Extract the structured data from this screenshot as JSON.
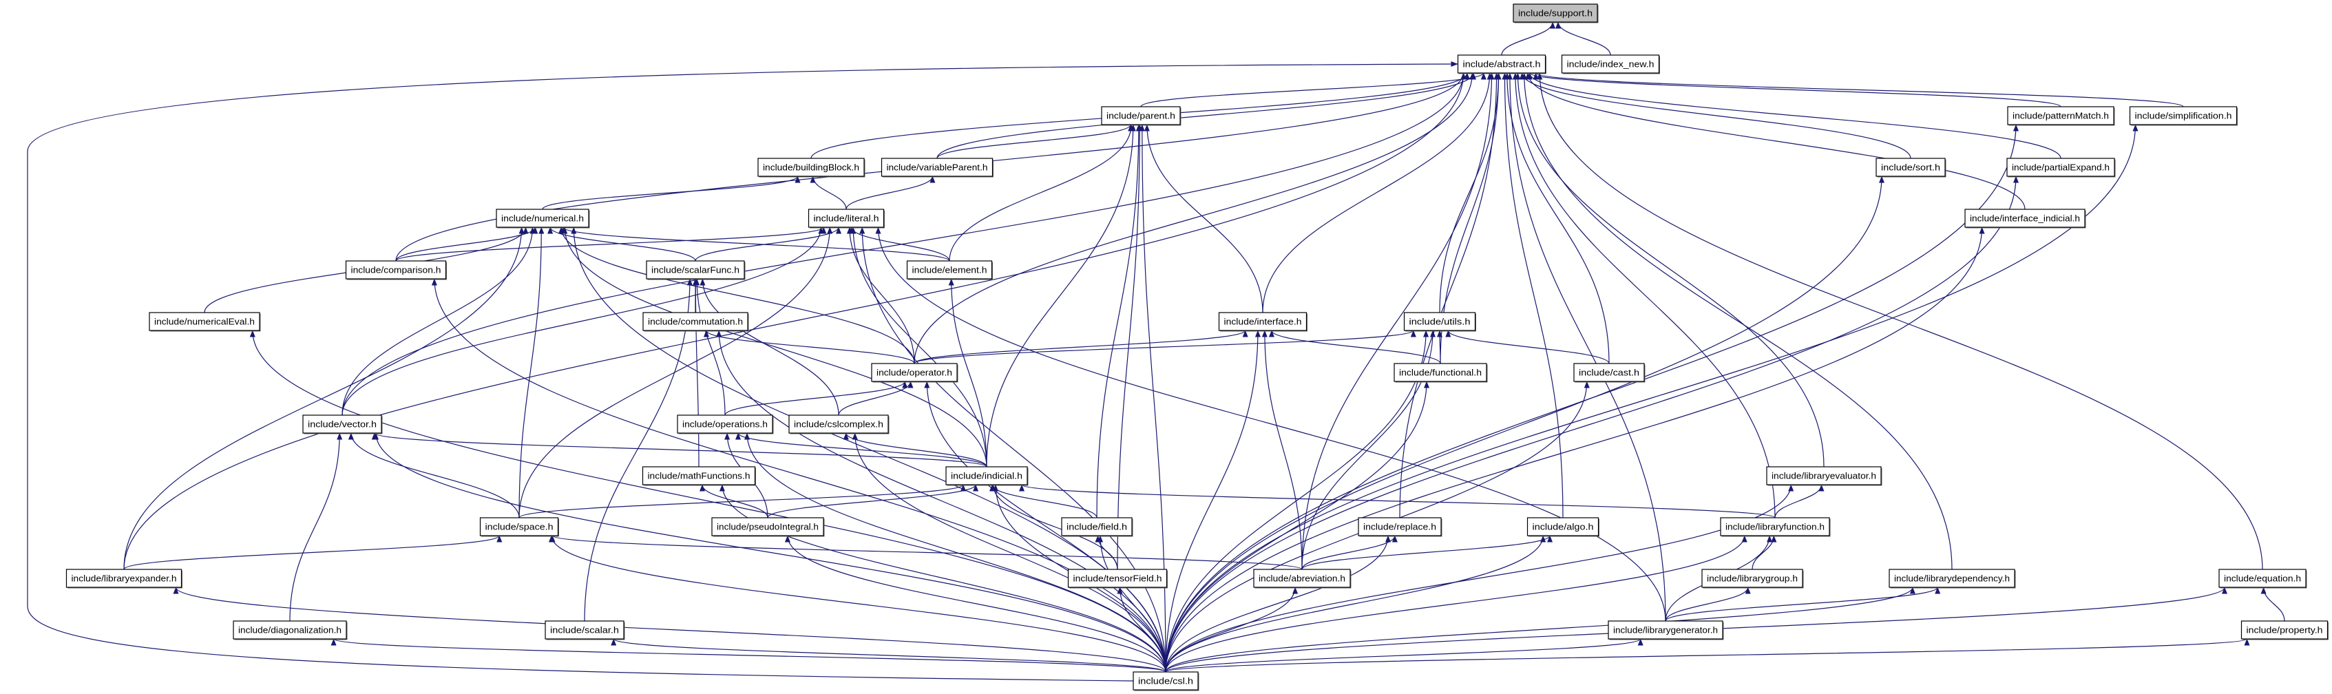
{
  "graph": {
    "edge_color": "#191970",
    "root_fill": "#bfbfbf",
    "nodes": [
      {
        "label": "include/support.h",
        "highlighted": true
      },
      {
        "label": "include/abstract.h"
      },
      {
        "label": "include/index_new.h"
      },
      {
        "label": "include/parent.h"
      },
      {
        "label": "include/patternMatch.h"
      },
      {
        "label": "include/simplification.h"
      },
      {
        "label": "include/buildingBlock.h"
      },
      {
        "label": "include/variableParent.h"
      },
      {
        "label": "include/sort.h"
      },
      {
        "label": "include/partialExpand.h"
      },
      {
        "label": "include/numerical.h"
      },
      {
        "label": "include/literal.h"
      },
      {
        "label": "include/interface_indicial.h"
      },
      {
        "label": "include/comparison.h"
      },
      {
        "label": "include/scalarFunc.h"
      },
      {
        "label": "include/element.h"
      },
      {
        "label": "include/numericalEval.h"
      },
      {
        "label": "include/commutation.h"
      },
      {
        "label": "include/interface.h"
      },
      {
        "label": "include/utils.h"
      },
      {
        "label": "include/operator.h"
      },
      {
        "label": "include/functional.h"
      },
      {
        "label": "include/cast.h"
      },
      {
        "label": "include/vector.h"
      },
      {
        "label": "include/operations.h"
      },
      {
        "label": "include/cslcomplex.h"
      },
      {
        "label": "include/mathFunctions.h"
      },
      {
        "label": "include/indicial.h"
      },
      {
        "label": "include/libraryevaluator.h"
      },
      {
        "label": "include/space.h"
      },
      {
        "label": "include/pseudoIntegral.h"
      },
      {
        "label": "include/field.h"
      },
      {
        "label": "include/replace.h"
      },
      {
        "label": "include/algo.h"
      },
      {
        "label": "include/libraryfunction.h"
      },
      {
        "label": "include/libraryexpander.h"
      },
      {
        "label": "include/tensorField.h"
      },
      {
        "label": "include/abreviation.h"
      },
      {
        "label": "include/librarygroup.h"
      },
      {
        "label": "include/librarydependency.h"
      },
      {
        "label": "include/equation.h"
      },
      {
        "label": "include/diagonalization.h"
      },
      {
        "label": "include/scalar.h"
      },
      {
        "label": "include/librarygenerator.h"
      },
      {
        "label": "include/property.h"
      },
      {
        "label": "include/csl.h"
      }
    ],
    "edges": [
      [
        "include/abstract.h",
        "include/support.h"
      ],
      [
        "include/index_new.h",
        "include/support.h"
      ],
      [
        "include/parent.h",
        "include/abstract.h"
      ],
      [
        "include/buildingBlock.h",
        "include/abstract.h"
      ],
      [
        "include/variableParent.h",
        "include/abstract.h"
      ],
      [
        "include/comparison.h",
        "include/abstract.h"
      ],
      [
        "include/vector.h",
        "include/abstract.h"
      ],
      [
        "include/libraryexpander.h",
        "include/abstract.h"
      ],
      [
        "include/csl.h",
        "include/abstract.h"
      ],
      [
        "include/operator.h",
        "include/abstract.h"
      ],
      [
        "include/interface.h",
        "include/abstract.h"
      ],
      [
        "include/abreviation.h",
        "include/abstract.h"
      ],
      [
        "include/replace.h",
        "include/abstract.h"
      ],
      [
        "include/algo.h",
        "include/abstract.h"
      ],
      [
        "include/cast.h",
        "include/abstract.h"
      ],
      [
        "include/utils.h",
        "include/abstract.h"
      ],
      [
        "include/functional.h",
        "include/abstract.h"
      ],
      [
        "include/libraryfunction.h",
        "include/abstract.h"
      ],
      [
        "include/libraryevaluator.h",
        "include/abstract.h"
      ],
      [
        "include/librarydependency.h",
        "include/abstract.h"
      ],
      [
        "include/librarygenerator.h",
        "include/abstract.h"
      ],
      [
        "include/sort.h",
        "include/abstract.h"
      ],
      [
        "include/interface_indicial.h",
        "include/abstract.h"
      ],
      [
        "include/partialExpand.h",
        "include/abstract.h"
      ],
      [
        "include/patternMatch.h",
        "include/abstract.h"
      ],
      [
        "include/simplification.h",
        "include/abstract.h"
      ],
      [
        "include/equation.h",
        "include/abstract.h"
      ],
      [
        "include/variableParent.h",
        "include/parent.h"
      ],
      [
        "include/element.h",
        "include/parent.h"
      ],
      [
        "include/interface.h",
        "include/parent.h"
      ],
      [
        "include/field.h",
        "include/parent.h"
      ],
      [
        "include/tensorField.h",
        "include/parent.h"
      ],
      [
        "include/indicial.h",
        "include/parent.h"
      ],
      [
        "include/csl.h",
        "include/parent.h"
      ],
      [
        "include/numerical.h",
        "include/buildingBlock.h"
      ],
      [
        "include/literal.h",
        "include/buildingBlock.h"
      ],
      [
        "include/literal.h",
        "include/variableParent.h"
      ],
      [
        "include/comparison.h",
        "include/numerical.h"
      ],
      [
        "include/scalarFunc.h",
        "include/numerical.h"
      ],
      [
        "include/element.h",
        "include/numerical.h"
      ],
      [
        "include/vector.h",
        "include/numerical.h"
      ],
      [
        "include/space.h",
        "include/numerical.h"
      ],
      [
        "include/libraryexpander.h",
        "include/numerical.h"
      ],
      [
        "include/numericalEval.h",
        "include/numerical.h"
      ],
      [
        "include/operator.h",
        "include/numerical.h"
      ],
      [
        "include/indicial.h",
        "include/numerical.h"
      ],
      [
        "include/csl.h",
        "include/numerical.h"
      ],
      [
        "include/comparison.h",
        "include/literal.h"
      ],
      [
        "include/scalarFunc.h",
        "include/literal.h"
      ],
      [
        "include/element.h",
        "include/literal.h"
      ],
      [
        "include/vector.h",
        "include/literal.h"
      ],
      [
        "include/space.h",
        "include/literal.h"
      ],
      [
        "include/operator.h",
        "include/literal.h"
      ],
      [
        "include/indicial.h",
        "include/literal.h"
      ],
      [
        "include/csl.h",
        "include/literal.h"
      ],
      [
        "include/librarygenerator.h",
        "include/literal.h"
      ],
      [
        "include/commutation.h",
        "include/scalarFunc.h"
      ],
      [
        "include/mathFunctions.h",
        "include/scalarFunc.h"
      ],
      [
        "include/operations.h",
        "include/scalarFunc.h"
      ],
      [
        "include/cslcomplex.h",
        "include/scalarFunc.h"
      ],
      [
        "include/scalar.h",
        "include/scalarFunc.h"
      ],
      [
        "include/indicial.h",
        "include/element.h"
      ],
      [
        "include/operator.h",
        "include/commutation.h"
      ],
      [
        "include/csl.h",
        "include/commutation.h"
      ],
      [
        "include/operator.h",
        "include/interface.h"
      ],
      [
        "include/functional.h",
        "include/interface.h"
      ],
      [
        "include/abreviation.h",
        "include/interface.h"
      ],
      [
        "include/csl.h",
        "include/interface.h"
      ],
      [
        "include/operator.h",
        "include/utils.h"
      ],
      [
        "include/functional.h",
        "include/utils.h"
      ],
      [
        "include/cast.h",
        "include/utils.h"
      ],
      [
        "include/abreviation.h",
        "include/utils.h"
      ],
      [
        "include/csl.h",
        "include/utils.h"
      ],
      [
        "include/operations.h",
        "include/operator.h"
      ],
      [
        "include/cslcomplex.h",
        "include/operator.h"
      ],
      [
        "include/csl.h",
        "include/operator.h"
      ],
      [
        "include/indicial.h",
        "include/operations.h"
      ],
      [
        "include/pseudoIntegral.h",
        "include/operations.h"
      ],
      [
        "include/csl.h",
        "include/operations.h"
      ],
      [
        "include/indicial.h",
        "include/cslcomplex.h"
      ],
      [
        "include/csl.h",
        "include/cslcomplex.h"
      ],
      [
        "include/space.h",
        "include/vector.h"
      ],
      [
        "include/diagonalization.h",
        "include/vector.h"
      ],
      [
        "include/indicial.h",
        "include/vector.h"
      ],
      [
        "include/csl.h",
        "include/vector.h"
      ],
      [
        "include/pseudoIntegral.h",
        "include/mathFunctions.h"
      ],
      [
        "include/csl.h",
        "include/mathFunctions.h"
      ],
      [
        "include/space.h",
        "include/indicial.h"
      ],
      [
        "include/pseudoIntegral.h",
        "include/indicial.h"
      ],
      [
        "include/field.h",
        "include/indicial.h"
      ],
      [
        "include/tensorField.h",
        "include/indicial.h"
      ],
      [
        "include/libraryfunction.h",
        "include/indicial.h"
      ],
      [
        "include/csl.h",
        "include/indicial.h"
      ],
      [
        "include/libraryfunction.h",
        "include/libraryevaluator.h"
      ],
      [
        "include/csl.h",
        "include/libraryevaluator.h"
      ],
      [
        "include/libraryexpander.h",
        "include/space.h"
      ],
      [
        "include/abreviation.h",
        "include/space.h"
      ],
      [
        "include/csl.h",
        "include/space.h"
      ],
      [
        "include/csl.h",
        "include/pseudoIntegral.h"
      ],
      [
        "include/tensorField.h",
        "include/field.h"
      ],
      [
        "include/csl.h",
        "include/field.h"
      ],
      [
        "include/abreviation.h",
        "include/replace.h"
      ],
      [
        "include/csl.h",
        "include/replace.h"
      ],
      [
        "include/abreviation.h",
        "include/algo.h"
      ],
      [
        "include/csl.h",
        "include/algo.h"
      ],
      [
        "include/librarygroup.h",
        "include/libraryfunction.h"
      ],
      [
        "include/librarygenerator.h",
        "include/libraryfunction.h"
      ],
      [
        "include/csl.h",
        "include/libraryfunction.h"
      ],
      [
        "include/csl.h",
        "include/libraryexpander.h"
      ],
      [
        "include/csl.h",
        "include/tensorField.h"
      ],
      [
        "include/csl.h",
        "include/abreviation.h"
      ],
      [
        "include/librarygenerator.h",
        "include/librarygroup.h"
      ],
      [
        "include/librarygenerator.h",
        "include/librarydependency.h"
      ],
      [
        "include/csl.h",
        "include/librarydependency.h"
      ],
      [
        "include/property.h",
        "include/equation.h"
      ],
      [
        "include/csl.h",
        "include/equation.h"
      ],
      [
        "include/csl.h",
        "include/diagonalization.h"
      ],
      [
        "include/csl.h",
        "include/scalar.h"
      ],
      [
        "include/csl.h",
        "include/librarygenerator.h"
      ],
      [
        "include/csl.h",
        "include/property.h"
      ],
      [
        "include/csl.h",
        "include/comparison.h"
      ],
      [
        "include/csl.h",
        "include/numericalEval.h"
      ],
      [
        "include/csl.h",
        "include/functional.h"
      ],
      [
        "include/csl.h",
        "include/cast.h"
      ],
      [
        "include/csl.h",
        "include/sort.h"
      ],
      [
        "include/csl.h",
        "include/partialExpand.h"
      ],
      [
        "include/csl.h",
        "include/interface_indicial.h"
      ],
      [
        "include/csl.h",
        "include/patternMatch.h"
      ],
      [
        "include/csl.h",
        "include/simplification.h"
      ]
    ]
  }
}
